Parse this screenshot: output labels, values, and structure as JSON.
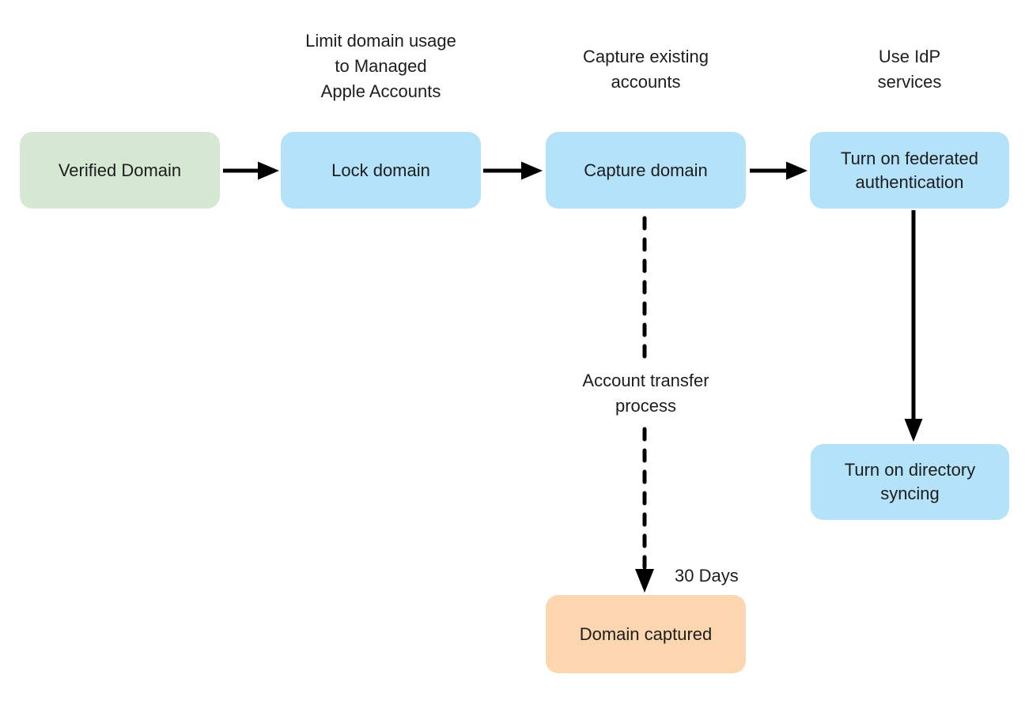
{
  "diagram": {
    "title_hint": "Domain capture and federated authentication flow",
    "colors": {
      "background": "#ffffff",
      "node_green": "#d5e8d2",
      "node_blue": "#b3e2f9",
      "node_orange": "#fcd6ae",
      "arrow": "#000000",
      "text": "#1d1d1f"
    },
    "nodes": [
      {
        "id": "verified-domain",
        "label": "Verified Domain",
        "fill": "green"
      },
      {
        "id": "lock-domain",
        "label": "Lock domain",
        "fill": "blue"
      },
      {
        "id": "capture-domain",
        "label": "Capture domain",
        "fill": "blue"
      },
      {
        "id": "turn-on-federated-authentication",
        "label": "Turn on federated\nauthentication",
        "fill": "blue"
      },
      {
        "id": "turn-on-directory-syncing",
        "label": "Turn on directory\nsyncing",
        "fill": "blue"
      },
      {
        "id": "domain-captured",
        "label": "Domain captured",
        "fill": "orange"
      }
    ],
    "annotations": [
      {
        "id": "limit-domain-usage",
        "text": "Limit domain usage\nto Managed\nApple Accounts"
      },
      {
        "id": "capture-existing-accounts",
        "text": "Capture existing\naccounts"
      },
      {
        "id": "use-idp-services",
        "text": "Use IdP\nservices"
      },
      {
        "id": "account-transfer-process",
        "text": "Account transfer\nprocess"
      },
      {
        "id": "thirty-days",
        "text": "30 Days"
      }
    ],
    "edges": [
      {
        "from": "Verified Domain",
        "to": "Lock domain",
        "style": "solid"
      },
      {
        "from": "Lock domain",
        "to": "Capture domain",
        "style": "solid"
      },
      {
        "from": "Capture domain",
        "to": "Turn on federated authentication",
        "style": "solid"
      },
      {
        "from": "Turn on federated authentication",
        "to": "Turn on directory syncing",
        "style": "solid"
      },
      {
        "from": "Capture domain",
        "to": "Domain captured",
        "style": "dashed",
        "label": "Account transfer process",
        "duration_label": "30 Days"
      }
    ]
  }
}
